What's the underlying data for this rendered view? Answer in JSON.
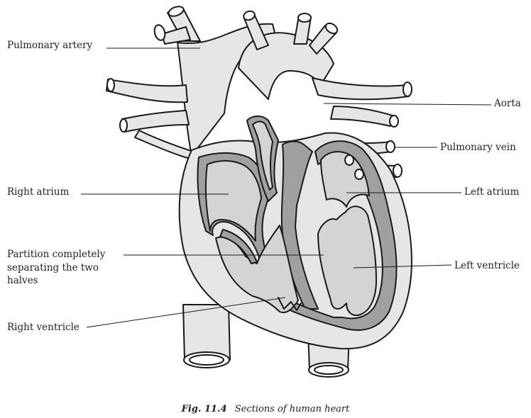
{
  "labels": {
    "pulmonary_artery": "Pulmonary artery",
    "aorta": "Aorta",
    "pulmonary_vein": "Pulmonary vein",
    "right_atrium": "Right atrium",
    "left_atrium": "Left atrium",
    "partition_line1": "Partition completely",
    "partition_line2": "separating the two",
    "partition_line3": "halves",
    "left_ventricle": "Left ventricle",
    "right_ventricle": "Right ventricle"
  },
  "caption": {
    "figure_number": "Fig. 11.4",
    "text": "Sections of human heart"
  },
  "colors": {
    "vessel_fill": "#e6e6e6",
    "chamber_fill": "#d4d4d4",
    "wall_fill": "#a0a0a0",
    "outline": "#1a1a1a",
    "text": "#222222"
  }
}
